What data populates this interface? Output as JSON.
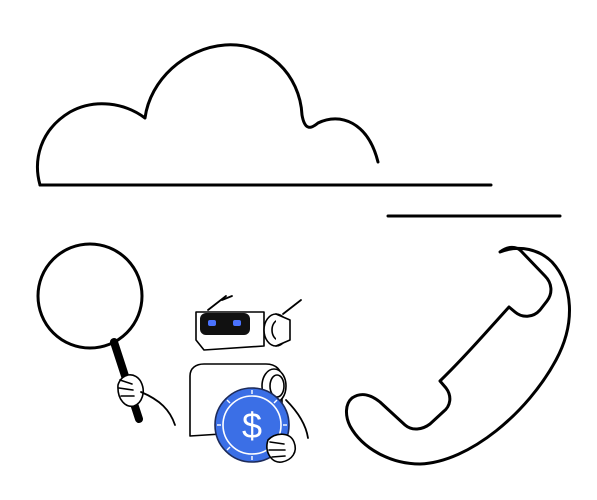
{
  "illustration": {
    "elements": [
      "cloud",
      "horizon-lines",
      "magnifying-glass",
      "robot",
      "coin",
      "phone-handset"
    ],
    "coin": {
      "symbol": "$"
    },
    "colors": {
      "stroke": "#000000",
      "background": "#ffffff",
      "accent": "#3b6fe6",
      "robot_eyes": "#4a73ff",
      "robot_visor": "#111111"
    }
  }
}
